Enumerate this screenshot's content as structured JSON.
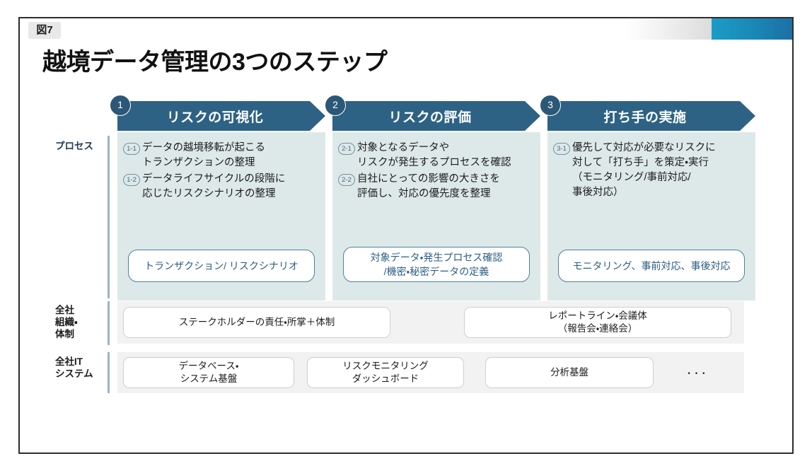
{
  "slide": {
    "figure_badge": "図7",
    "title": "越境データ管理の3つのステップ",
    "accent_color": "#2d6285",
    "panel_color": "#dde9e8",
    "deco_blue": "#1b9cc6"
  },
  "row_labels": {
    "process": "プロセス",
    "organization": "全社\n組織・\n体制",
    "it_system": "全社IT\nシステム"
  },
  "steps": [
    {
      "number": "1",
      "title": "リスクの可視化",
      "bullets": [
        {
          "num": "1-1",
          "text": "データの越境移転が起こる\nトランザクションの整理"
        },
        {
          "num": "1-2",
          "text": "データライフサイクルの段階に\n応じたリスクシナリオの整理"
        }
      ],
      "outcome": "トランザクション/ リスクシナリオ"
    },
    {
      "number": "2",
      "title": "リスクの評価",
      "bullets": [
        {
          "num": "2-1",
          "text": "対象となるデータや\nリスクが発生するプロセスを確認"
        },
        {
          "num": "2-2",
          "text": "自社にとっての影響の大きさを\n評価し、対応の優先度を整理"
        }
      ],
      "outcome": "対象データ・発生プロセス確認\n/機密・秘密データの定義"
    },
    {
      "number": "3",
      "title": "打ち手の実施",
      "bullets": [
        {
          "num": "3-1",
          "text": "優先して対応が必要なリスクに\n対して「打ち手」を策定・実行\n（モニタリング/事前対応/\n事後対応）"
        }
      ],
      "outcome": "モニタリング、事前対応、事後対応"
    }
  ],
  "organization_row": {
    "items": [
      "ステークホルダーの責任・所掌＋体制",
      "レポートライン・会議体\n（報告会・連絡会）"
    ]
  },
  "it_system_row": {
    "items": [
      "データベース・\nシステム基盤",
      "リスクモニタリング\nダッシュボード",
      "分析基盤"
    ],
    "ellipsis": "···"
  }
}
